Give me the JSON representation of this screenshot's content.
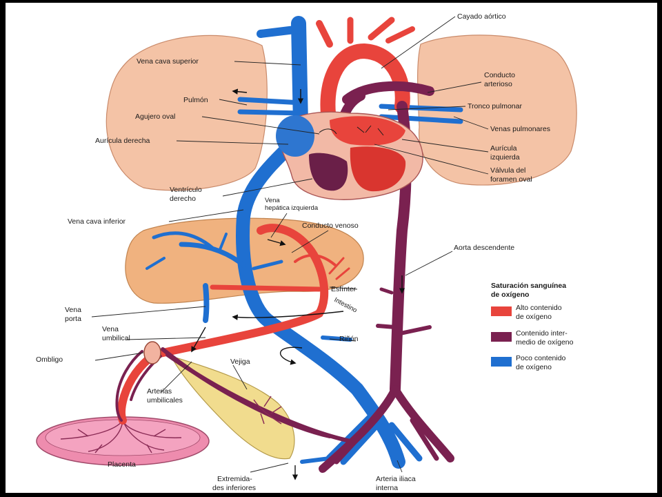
{
  "labels": {
    "cayado_aortico": "Cayado aórtico",
    "vena_cava_superior": "Vena cava superior",
    "conducto_arterioso_1": "Conducto",
    "conducto_arterioso_2": "arterioso",
    "pulmon": "Pulmón",
    "tronco_pulmonar": "Tronco pulmonar",
    "agujero_oval": "Agujero oval",
    "venas_pulmonares": "Venas pulmonares",
    "auricula_derecha": "Aurícula derecha",
    "auricula_izquierda_1": "Aurícula",
    "auricula_izquierda_2": "izquierda",
    "valvula_1": "Válvula del",
    "valvula_2": "foramen oval",
    "ventriculo_1": "Ventrículo",
    "ventriculo_2": "derecho",
    "vena_hepatica_1": "Vena",
    "vena_hepatica_2": "hepática izquierda",
    "vena_cava_inferior": "Vena cava inferior",
    "conducto_venoso": "Conducto venoso",
    "aorta_descendente": "Aorta descendente",
    "esfinter": "Esfínter",
    "intestino": "Intestino",
    "vena_porta_1": "Vena",
    "vena_porta_2": "porta",
    "vena_umbilical_1": "Vena",
    "vena_umbilical_2": "umbilical",
    "rinon": "Riñón",
    "ombligo": "Ombligo",
    "vejiga": "Vejiga",
    "arterias_umb_1": "Arterias",
    "arterias_umb_2": "umbilicales",
    "placenta": "Placenta",
    "extremidades_1": "Extremida-",
    "extremidades_2": "des inferiores",
    "arteria_iliaca_1": "Arteria iliaca",
    "arteria_iliaca_2": "interna"
  },
  "legend": {
    "title_1": "Saturación sanguínea",
    "title_2": "de oxígeno",
    "items": [
      {
        "line1": "Alto contenido",
        "line2": "de oxígeno",
        "color": "#e8443c"
      },
      {
        "line1": "Contenido inter-",
        "line2": "medio de oxígeno",
        "color": "#7a2150"
      },
      {
        "line1": "Poco contenido",
        "line2": "de oxígeno",
        "color": "#1f6fd0"
      }
    ]
  },
  "colors": {
    "high_oxygen": "#e8443c",
    "mid_oxygen": "#7a2150",
    "low_oxygen": "#1f6fd0",
    "lung": "#f4c3a6",
    "liver": "#f0b27f",
    "bladder": "#f1dc8e",
    "placenta": "#ee8cae"
  }
}
